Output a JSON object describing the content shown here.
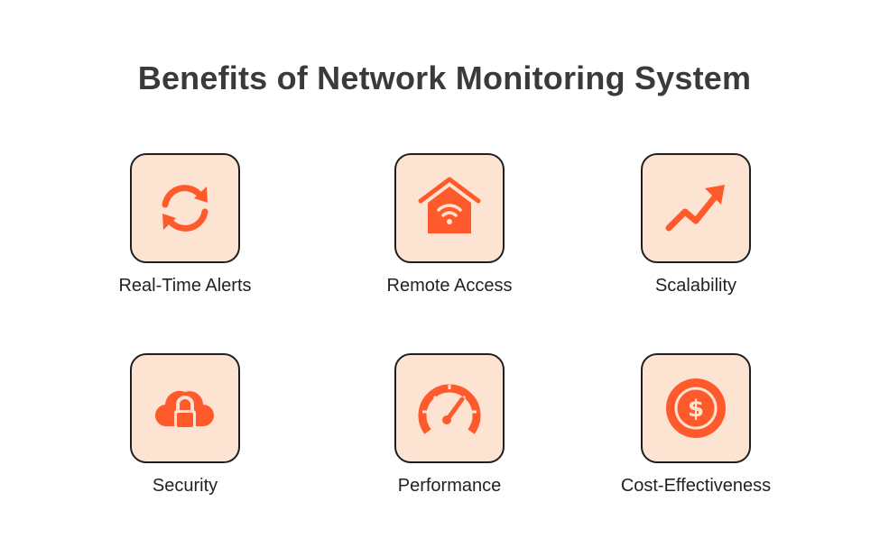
{
  "title": "Benefits of Network Monitoring System",
  "colors": {
    "accent": "#ff5a2c",
    "tile_bg": "#fde3d1",
    "border": "#1f1f1f",
    "text": "#222222",
    "title": "#3a3a3c"
  },
  "benefits": [
    {
      "label": "Real-Time Alerts",
      "icon": "refresh-arrows-icon"
    },
    {
      "label": "Remote Access",
      "icon": "home-wifi-icon"
    },
    {
      "label": "Scalability",
      "icon": "trend-up-arrow-icon"
    },
    {
      "label": "Security",
      "icon": "cloud-lock-icon"
    },
    {
      "label": "Performance",
      "icon": "speedometer-icon"
    },
    {
      "label": "Cost-Effectiveness",
      "icon": "dollar-coin-icon"
    }
  ]
}
